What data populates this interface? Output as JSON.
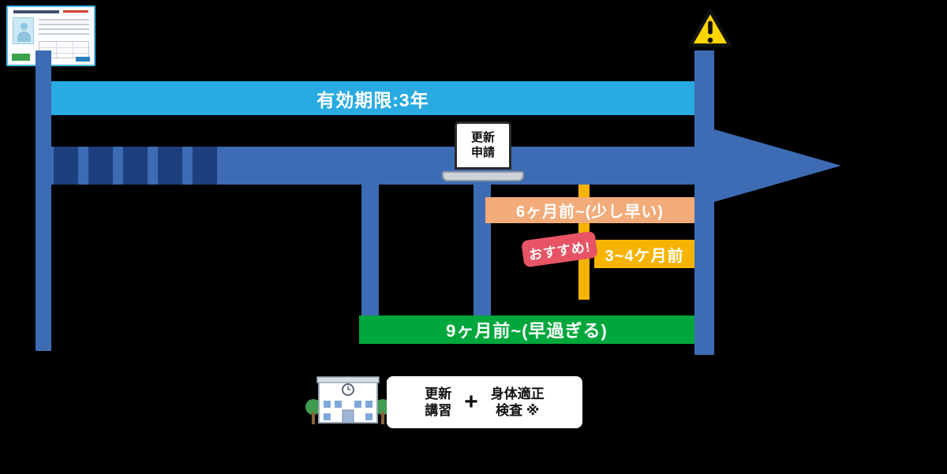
{
  "diagram": {
    "validity_label": "有効期限:3年",
    "renewal": {
      "line1": "更新",
      "line2": "申請"
    },
    "six_month_label": "6ヶ月前~(少し早い)",
    "recommend_label": "おすすめ!",
    "three_four_label": "3~4ケ月前",
    "nine_month_label": "9ヶ月前~(早過ぎる)"
  },
  "footer": {
    "course_line1": "更新",
    "course_line2": "講習",
    "plus": "+",
    "exam_line1": "身体適正",
    "exam_line2": "検査 ※"
  },
  "colors": {
    "background": "#000000",
    "timeline_blue": "#3d6cb4",
    "dash_navy": "#1d3f7d",
    "validity_blue": "#29abe2",
    "six_month_orange": "#f2ab79",
    "recommend_red": "#e85465",
    "three_four_yellow": "#f6b400",
    "nine_month_green": "#00a73c",
    "warning_yellow": "#ffd400"
  }
}
